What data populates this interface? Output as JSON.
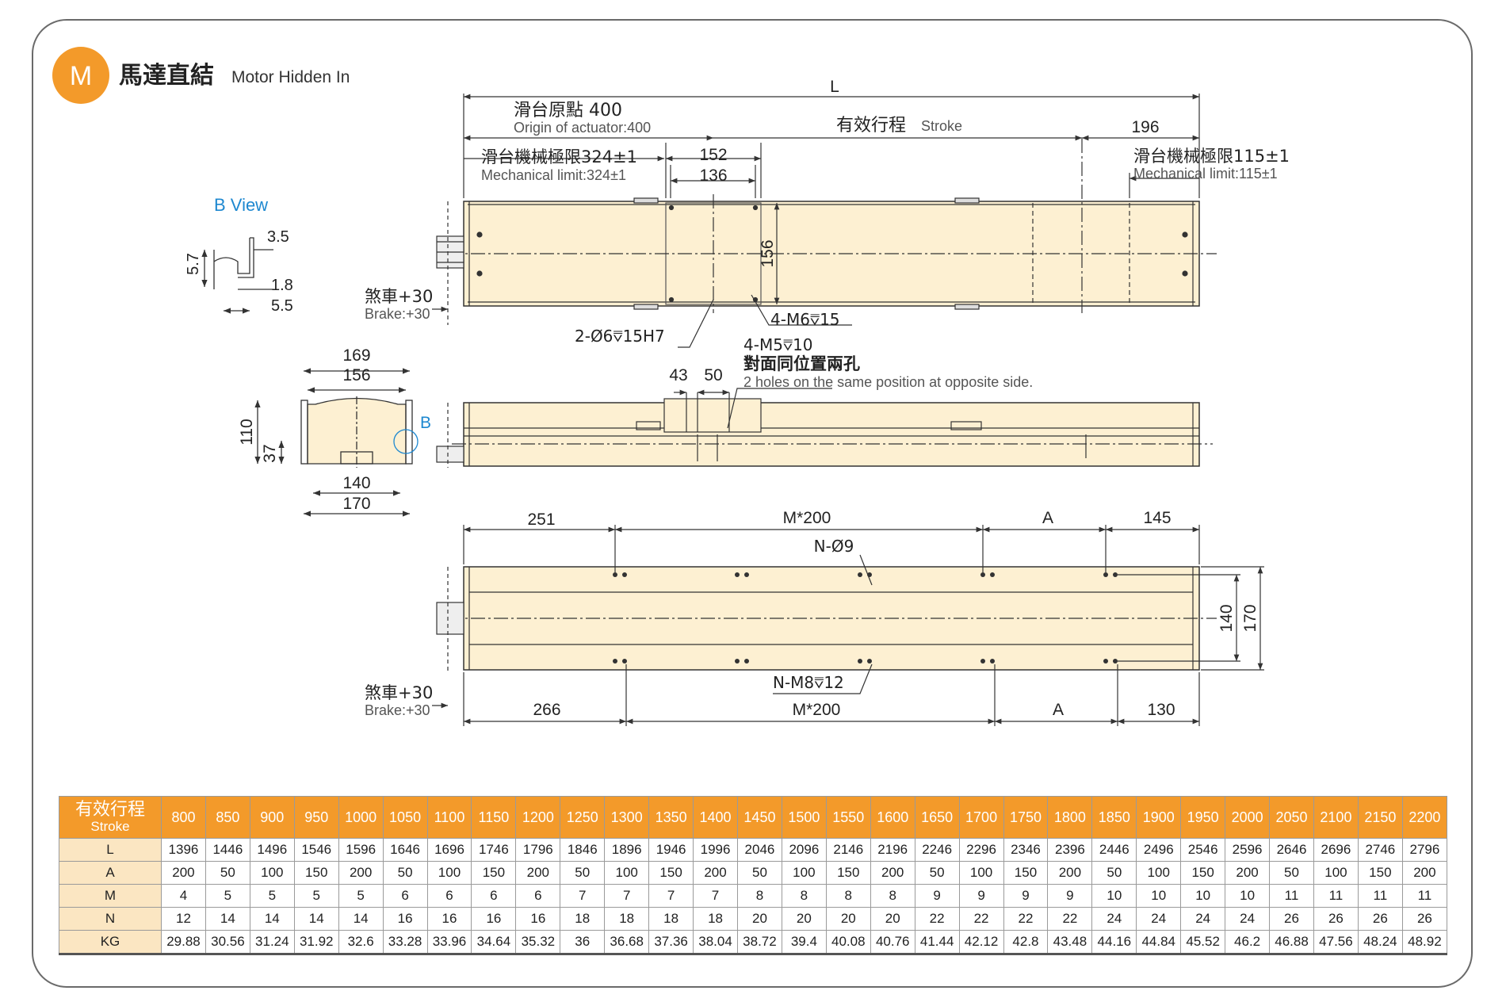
{
  "header": {
    "badge": "M",
    "title_zh": "馬達直結",
    "title_en": "Motor Hidden In"
  },
  "colors": {
    "accent": "#f39a2a",
    "body": "#fdf0d2",
    "row_header": "#fbe6c2",
    "blue_label": "#1e88d0"
  },
  "top_view": {
    "L": "L",
    "origin_zh": "滑台原點 400",
    "origin_en": "Origin of actuator:400",
    "stroke_zh": "有效行程",
    "stroke_en": "Stroke",
    "dim_196": "196",
    "mech_left_zh": "滑台機械極限324±1",
    "mech_left_en": "Mechanical limit:324±1",
    "dim_152": "152",
    "dim_136": "136",
    "mech_right_zh": "滑台機械極限115±1",
    "mech_right_en": "Mechanical limit:115±1",
    "dim_156": "156",
    "brake_zh": "煞車+30",
    "brake_en": "Brake:+30",
    "hole1": "2-Ø6⩢15H7",
    "hole2": "4-M6⩢15"
  },
  "b_view": {
    "title": "B View",
    "d57": "5.7",
    "d35": "3.5",
    "d18": "1.8",
    "d55": "5.5"
  },
  "end_view": {
    "d169": "169",
    "d156": "156",
    "d110": "110",
    "d37": "37",
    "d140": "140",
    "d170": "170",
    "b": "B"
  },
  "side_view": {
    "d43": "43",
    "d50": "50",
    "holes": "4-M5⩢10",
    "note_zh": "對面同位置兩孔",
    "note_en": "2 holes on the same position at opposite side."
  },
  "bottom_view": {
    "d251": "251",
    "m200_top": "M*200",
    "a_top": "A",
    "d145": "145",
    "n9": "N-Ø9",
    "d140": "140",
    "d170": "170",
    "nm8": "N-M8⩢12",
    "brake_zh": "煞車+30",
    "brake_en": "Brake:+30",
    "d266": "266",
    "m200_bot": "M*200",
    "a_bot": "A",
    "d130": "130"
  },
  "table": {
    "head_zh": "有效行程",
    "head_en": "Stroke",
    "strokes": [
      "800",
      "850",
      "900",
      "950",
      "1000",
      "1050",
      "1100",
      "1150",
      "1200",
      "1250",
      "1300",
      "1350",
      "1400",
      "1450",
      "1500",
      "1550",
      "1600",
      "1650",
      "1700",
      "1750",
      "1800",
      "1850",
      "1900",
      "1950",
      "2000",
      "2050",
      "2100",
      "2150",
      "2200"
    ],
    "rows": [
      {
        "label": "L",
        "values": [
          "1396",
          "1446",
          "1496",
          "1546",
          "1596",
          "1646",
          "1696",
          "1746",
          "1796",
          "1846",
          "1896",
          "1946",
          "1996",
          "2046",
          "2096",
          "2146",
          "2196",
          "2246",
          "2296",
          "2346",
          "2396",
          "2446",
          "2496",
          "2546",
          "2596",
          "2646",
          "2696",
          "2746",
          "2796"
        ]
      },
      {
        "label": "A",
        "values": [
          "200",
          "50",
          "100",
          "150",
          "200",
          "50",
          "100",
          "150",
          "200",
          "50",
          "100",
          "150",
          "200",
          "50",
          "100",
          "150",
          "200",
          "50",
          "100",
          "150",
          "200",
          "50",
          "100",
          "150",
          "200",
          "50",
          "100",
          "150",
          "200"
        ]
      },
      {
        "label": "M",
        "values": [
          "4",
          "5",
          "5",
          "5",
          "5",
          "6",
          "6",
          "6",
          "6",
          "7",
          "7",
          "7",
          "7",
          "8",
          "8",
          "8",
          "8",
          "9",
          "9",
          "9",
          "9",
          "10",
          "10",
          "10",
          "10",
          "11",
          "11",
          "11",
          "11"
        ]
      },
      {
        "label": "N",
        "values": [
          "12",
          "14",
          "14",
          "14",
          "14",
          "16",
          "16",
          "16",
          "16",
          "18",
          "18",
          "18",
          "18",
          "20",
          "20",
          "20",
          "20",
          "22",
          "22",
          "22",
          "22",
          "24",
          "24",
          "24",
          "24",
          "26",
          "26",
          "26",
          "26"
        ]
      },
      {
        "label": "KG",
        "values": [
          "29.88",
          "30.56",
          "31.24",
          "31.92",
          "32.6",
          "33.28",
          "33.96",
          "34.64",
          "35.32",
          "36",
          "36.68",
          "37.36",
          "38.04",
          "38.72",
          "39.4",
          "40.08",
          "40.76",
          "41.44",
          "42.12",
          "42.8",
          "43.48",
          "44.16",
          "44.84",
          "45.52",
          "46.2",
          "46.88",
          "47.56",
          "48.24",
          "48.92"
        ]
      }
    ]
  }
}
